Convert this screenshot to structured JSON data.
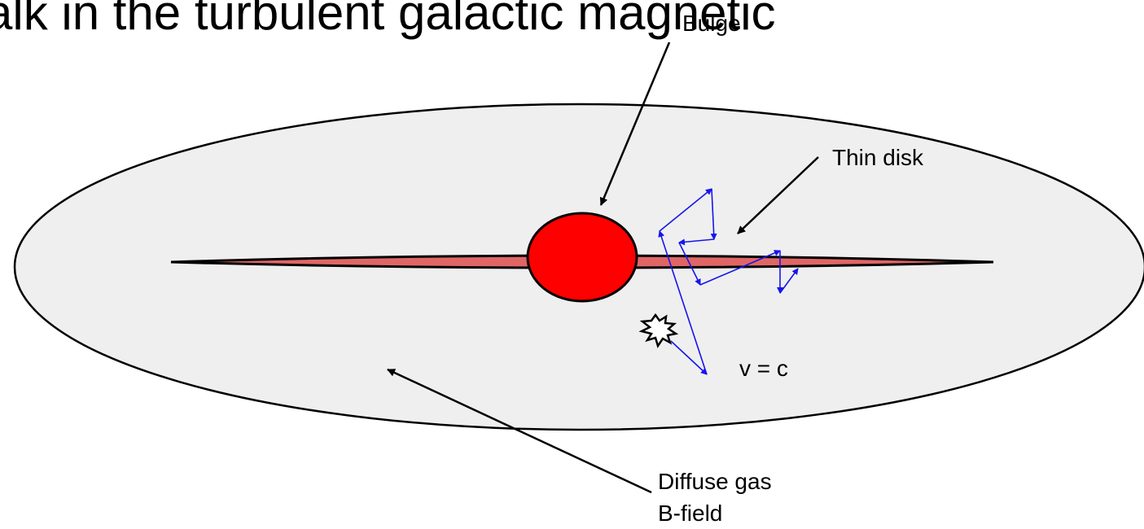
{
  "title": "alk in the turbulent galactic magnetic",
  "labels": {
    "bulge": "Bulge",
    "thin_disk": "Thin disk",
    "speed": "v = c",
    "diffuse_gas": "Diffuse gas",
    "b_field": "B-field"
  },
  "colors": {
    "halo_fill": "#efefef",
    "outline": "#000000",
    "bulge_fill": "#ff0000",
    "disk_fill": "#e06666",
    "path_color": "#1515ee"
  }
}
